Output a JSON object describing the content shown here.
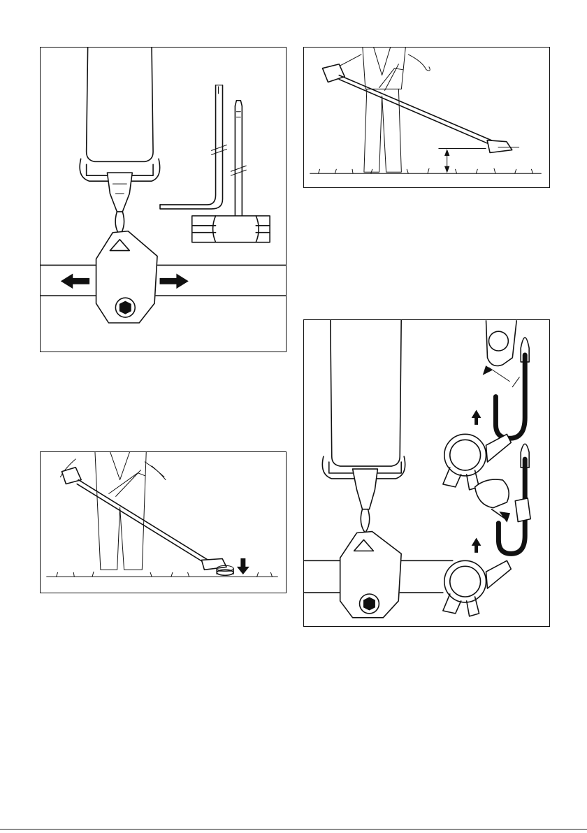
{
  "page": {
    "figures": [
      {
        "id": "harness-hook-and-tools",
        "icons": [
          "harness-strap",
          "snap-hook",
          "balance-weight",
          "hex-key-tool",
          "box-spanner-tool",
          "arrow-left",
          "arrow-right"
        ]
      },
      {
        "id": "trimmer-working-height",
        "icons": [
          "operator",
          "grass-trimmer",
          "ground-line",
          "height-arrow"
        ]
      },
      {
        "id": "trimmer-head-on-ground",
        "icons": [
          "operator",
          "grass-trimmer",
          "trimmer-head",
          "arrow-down"
        ]
      },
      {
        "id": "quick-release-hook",
        "icons": [
          "harness-strap",
          "snap-hook",
          "balance-weight",
          "finger-press",
          "carrier-ring",
          "arrow-up"
        ]
      }
    ]
  },
  "colors": {
    "ink": "#111111",
    "paper": "#ffffff"
  }
}
